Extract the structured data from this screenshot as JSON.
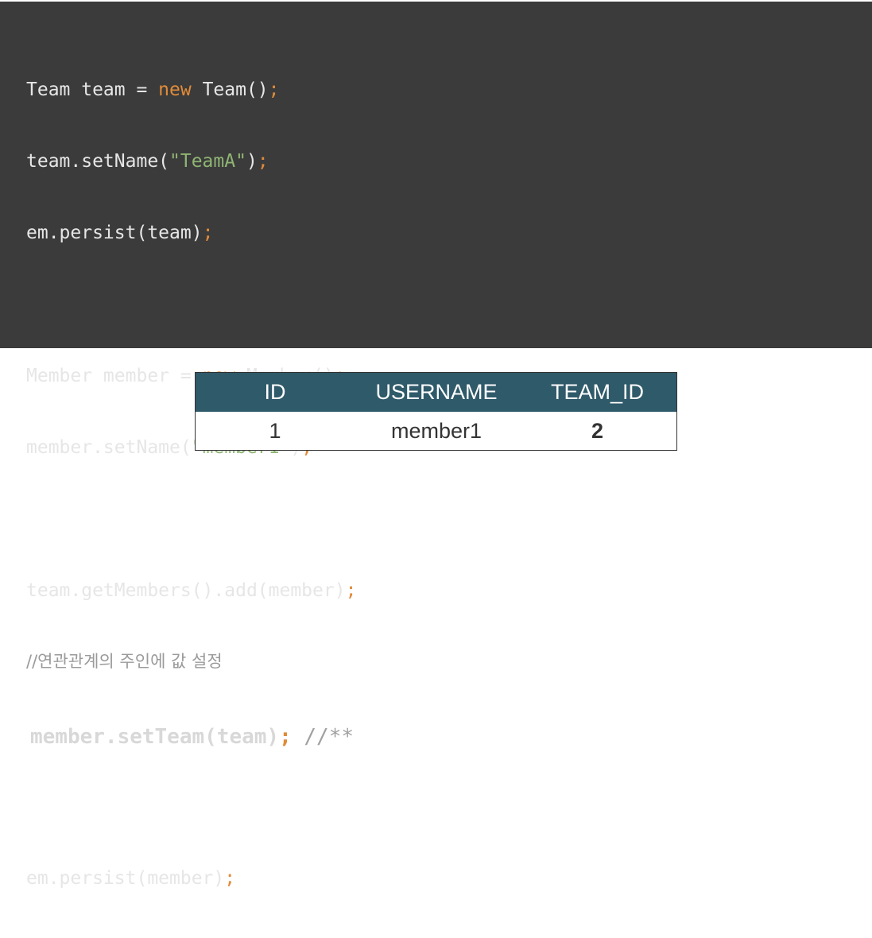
{
  "code": {
    "l1": {
      "a": "Team team = ",
      "kw": "new",
      "b": " Team()",
      "semi": ";"
    },
    "l2": {
      "a": "team.setName(",
      "str": "\"TeamA\"",
      "b": ")",
      "semi": ";"
    },
    "l3": {
      "a": "em.persist(team)",
      "semi": ";"
    },
    "l4": {
      "a": "Member member = ",
      "kw": "new",
      "b": " Member()",
      "semi": ";"
    },
    "l5": {
      "a": "member.setName(",
      "str": "\"member1\"",
      "b": ")",
      "semi": ";"
    },
    "l6": {
      "a": "team.getMembers().add(member)",
      "semi": ";"
    },
    "l7": {
      "comment": "//연관관계의 주인에 값 설정"
    },
    "l8": {
      "a": "member.setTeam(team)",
      "semi": ";",
      "comment": " //**"
    },
    "l9": {
      "a": "em.persist(member)",
      "semi": ";"
    }
  },
  "table": {
    "headers": [
      "ID",
      "USERNAME",
      "TEAM_ID"
    ],
    "rows": [
      {
        "id": "1",
        "username": "member1",
        "team_id": "2"
      }
    ]
  },
  "colors": {
    "code_bg": "#3b3b3b",
    "keyword": "#e08b3a",
    "string": "#8fb573",
    "table_header": "#2f5a6a",
    "highlight_value": "#b5483a"
  }
}
